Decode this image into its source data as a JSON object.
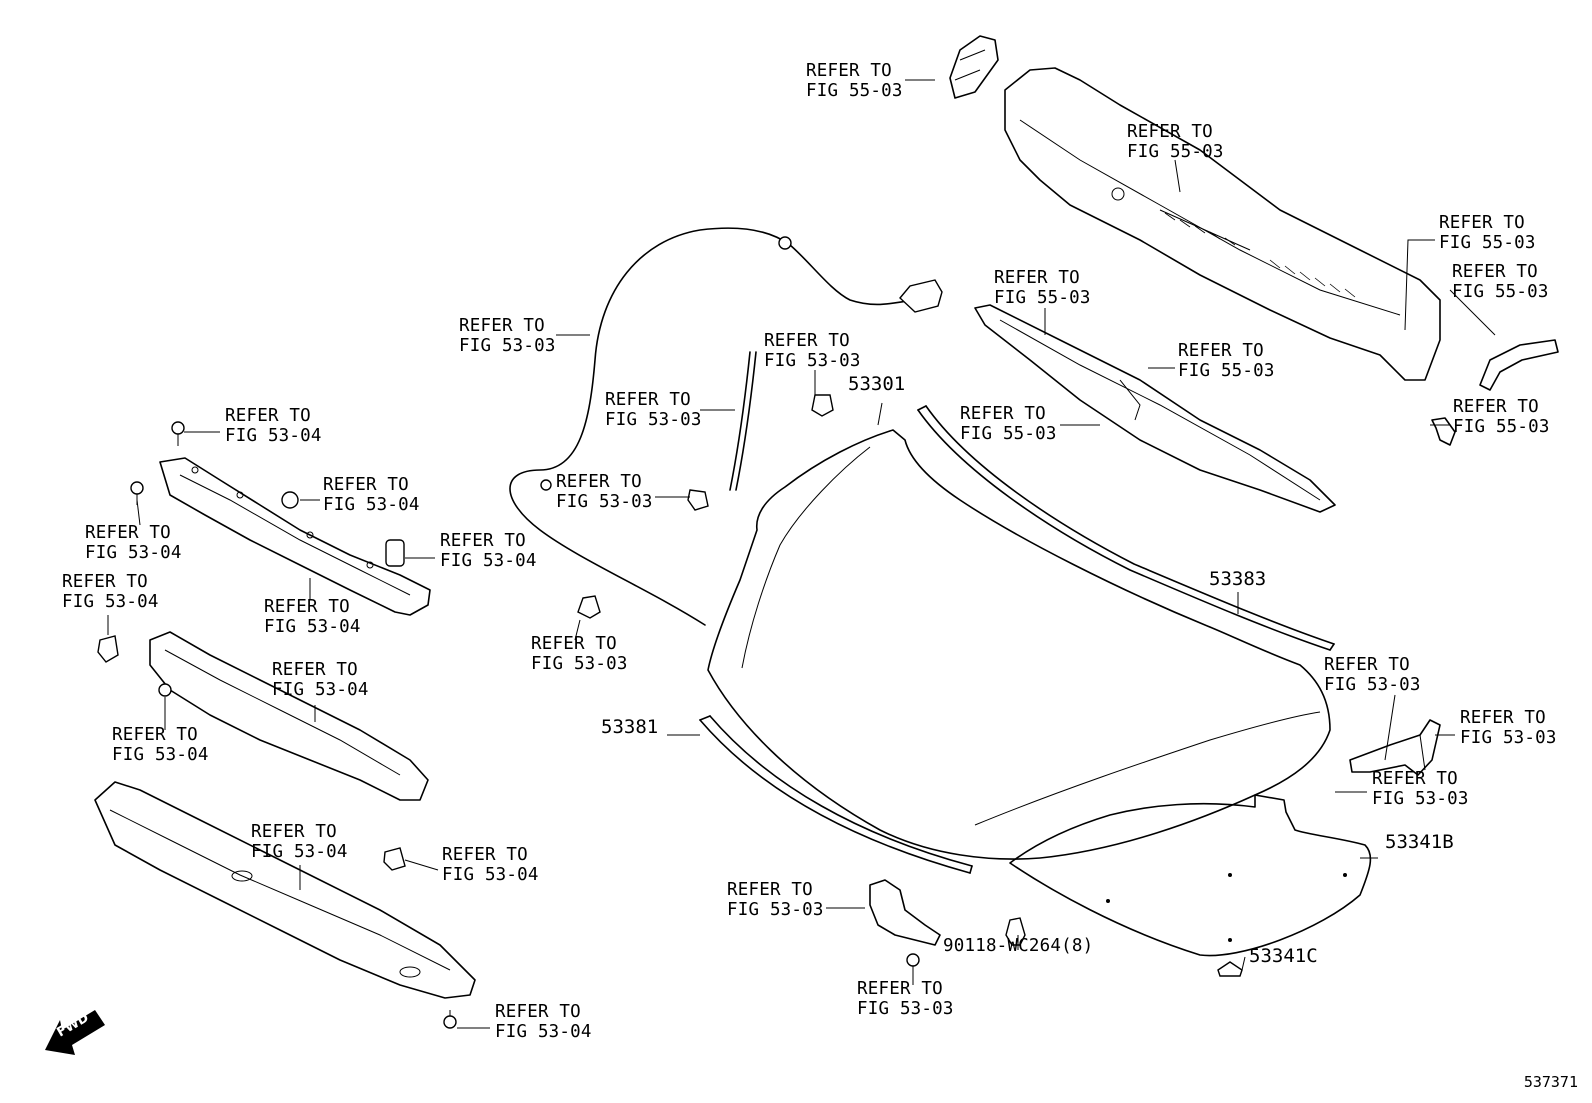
{
  "diagram": {
    "figure_number": "537371",
    "fwd_label": "FWD",
    "refer_labels": [
      {
        "id": "r01",
        "line1": "REFER TO",
        "line2": "FIG 55-03"
      },
      {
        "id": "r02",
        "line1": "REFER TO",
        "line2": "FIG 55-03"
      },
      {
        "id": "r03",
        "line1": "REFER TO",
        "line2": "FIG 55-03"
      },
      {
        "id": "r04",
        "line1": "REFER TO",
        "line2": "FIG 55-03"
      },
      {
        "id": "r05",
        "line1": "REFER TO",
        "line2": "FIG 55-03"
      },
      {
        "id": "r06",
        "line1": "REFER TO",
        "line2": "FIG 55-03"
      },
      {
        "id": "r07",
        "line1": "REFER TO",
        "line2": "FIG 55-03"
      },
      {
        "id": "r08",
        "line1": "REFER TO",
        "line2": "FIG 55-03"
      },
      {
        "id": "r09",
        "line1": "REFER TO",
        "line2": "FIG 53-03"
      },
      {
        "id": "r10",
        "line1": "REFER TO",
        "line2": "FIG 53-03"
      },
      {
        "id": "r11",
        "line1": "REFER TO",
        "line2": "FIG 53-03"
      },
      {
        "id": "r12",
        "line1": "REFER TO",
        "line2": "FIG 53-03"
      },
      {
        "id": "r13",
        "line1": "REFER TO",
        "line2": "FIG 53-03"
      },
      {
        "id": "r14",
        "line1": "REFER TO",
        "line2": "FIG 53-03"
      },
      {
        "id": "r15",
        "line1": "REFER TO",
        "line2": "FIG 53-03"
      },
      {
        "id": "r16",
        "line1": "REFER TO",
        "line2": "FIG 53-03"
      },
      {
        "id": "r17",
        "line1": "REFER TO",
        "line2": "FIG 53-03"
      },
      {
        "id": "r18",
        "line1": "REFER TO",
        "line2": "FIG 53-03"
      },
      {
        "id": "r19",
        "line1": "REFER TO",
        "line2": "FIG 53-04"
      },
      {
        "id": "r20",
        "line1": "REFER TO",
        "line2": "FIG 53-04"
      },
      {
        "id": "r21",
        "line1": "REFER TO",
        "line2": "FIG 53-04"
      },
      {
        "id": "r22",
        "line1": "REFER TO",
        "line2": "FIG 53-04"
      },
      {
        "id": "r23",
        "line1": "REFER TO",
        "line2": "FIG 53-04"
      },
      {
        "id": "r24",
        "line1": "REFER TO",
        "line2": "FIG 53-04"
      },
      {
        "id": "r25",
        "line1": "REFER TO",
        "line2": "FIG 53-04"
      },
      {
        "id": "r26",
        "line1": "REFER TO",
        "line2": "FIG 53-04"
      },
      {
        "id": "r27",
        "line1": "REFER TO",
        "line2": "FIG 53-04"
      },
      {
        "id": "r28",
        "line1": "REFER TO",
        "line2": "FIG 53-04"
      },
      {
        "id": "r29",
        "line1": "REFER TO",
        "line2": "FIG 53-04"
      }
    ],
    "part_numbers": [
      {
        "id": "p53301",
        "text": "53301"
      },
      {
        "id": "p53383",
        "text": "53383"
      },
      {
        "id": "p53381",
        "text": "53381"
      },
      {
        "id": "p53341B",
        "text": "53341B"
      },
      {
        "id": "p53341C",
        "text": "53341C"
      },
      {
        "id": "p90118",
        "text": "90118-WC264(8)"
      }
    ]
  }
}
